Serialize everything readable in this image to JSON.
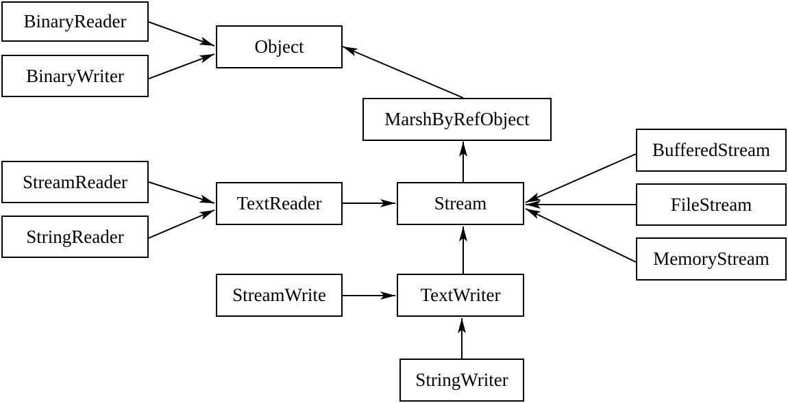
{
  "diagram": {
    "nodes": {
      "binary_reader": "BinaryReader",
      "binary_writer": "BinaryWriter",
      "object": "Object",
      "marsh_by_ref_object": "MarshByRefObject",
      "stream_reader": "StreamReader",
      "string_reader": "StringReader",
      "text_reader": "TextReader",
      "stream": "Stream",
      "buffered_stream": "BufferedStream",
      "file_stream": "FileStream",
      "memory_stream": "MemoryStream",
      "stream_write": "StreamWrite",
      "text_writer": "TextWriter",
      "string_writer": "StringWriter"
    },
    "edges": [
      {
        "from": "binary_reader",
        "to": "object"
      },
      {
        "from": "binary_writer",
        "to": "object"
      },
      {
        "from": "marsh_by_ref_object",
        "to": "object"
      },
      {
        "from": "stream",
        "to": "marsh_by_ref_object"
      },
      {
        "from": "stream_reader",
        "to": "text_reader"
      },
      {
        "from": "string_reader",
        "to": "text_reader"
      },
      {
        "from": "text_reader",
        "to": "stream"
      },
      {
        "from": "buffered_stream",
        "to": "stream"
      },
      {
        "from": "file_stream",
        "to": "stream"
      },
      {
        "from": "memory_stream",
        "to": "stream"
      },
      {
        "from": "text_writer",
        "to": "stream"
      },
      {
        "from": "stream_write",
        "to": "text_writer"
      },
      {
        "from": "string_writer",
        "to": "text_writer"
      }
    ]
  }
}
